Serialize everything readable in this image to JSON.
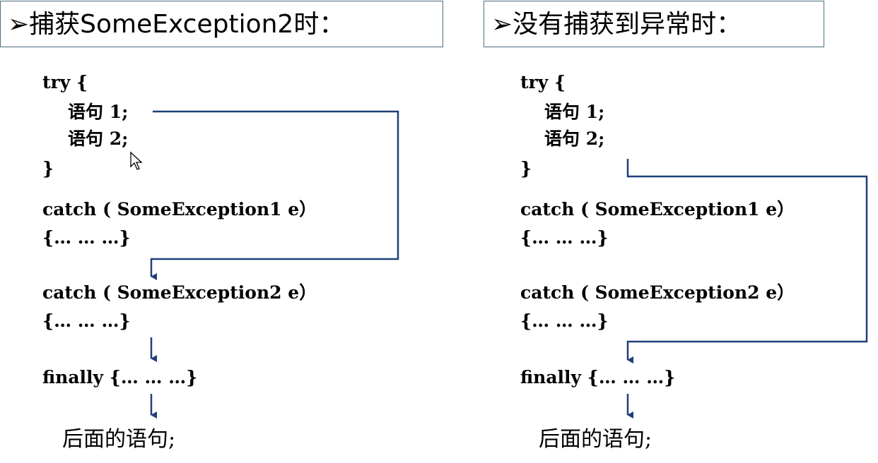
{
  "left": {
    "title": "➢捕获SomeException2时：",
    "try_open": "try {",
    "stmt1": "语句 1;",
    "stmt2": "语句 2;",
    "try_close": "}",
    "catch1": "catch ( SomeException1 e）",
    "catch1_body": "{… … …}",
    "catch2": "catch ( SomeException2 e）",
    "catch2_body": "{… … …}",
    "finally": "finally {… … …}",
    "after": "后面的语句;"
  },
  "right": {
    "title": "➢没有捕获到异常时：",
    "try_open": "try {",
    "stmt1": "语句 1;",
    "stmt2": "语句 2;",
    "try_close": "}",
    "catch1": "catch ( SomeException1 e）",
    "catch1_body": "{… … …}",
    "catch2": "catch ( SomeException2 e）",
    "catch2_body": "{… … …}",
    "finally": "finally {… … …}",
    "after": "后面的语句;"
  },
  "colors": {
    "flow_line": "#1f3f7a",
    "title_border": "#4a6f84",
    "text": "#000000"
  }
}
